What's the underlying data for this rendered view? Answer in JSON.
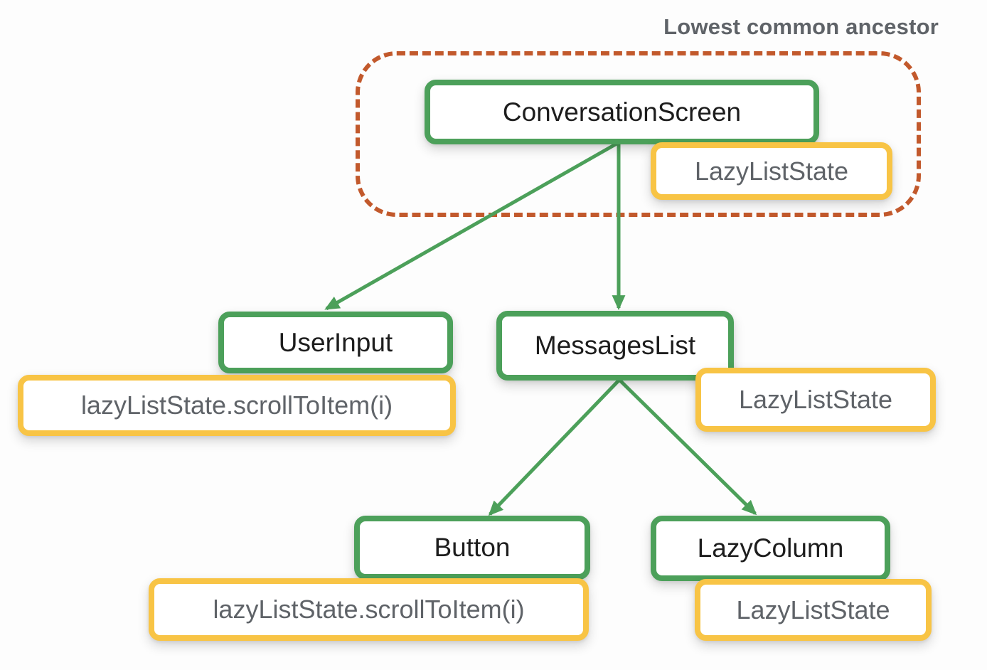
{
  "title": "Lowest common ancestor",
  "colors": {
    "node_border_green": "#4ca05a",
    "badge_border_yellow": "#f8c445",
    "ancestor_dashed_outline": "#c2592c",
    "arrow_green": "#4ca05a",
    "node_label_text": "#1d1d1d",
    "badge_text_gray": "#5f6368",
    "title_text_gray": "#5f6368",
    "box_fill": "#ffffff"
  },
  "nodes": [
    {
      "id": "conversation-screen",
      "label": "ConversationScreen"
    },
    {
      "id": "user-input",
      "label": "UserInput"
    },
    {
      "id": "messages-list",
      "label": "MessagesList"
    },
    {
      "id": "button",
      "label": "Button"
    },
    {
      "id": "lazy-column",
      "label": "LazyColumn"
    }
  ],
  "badges": [
    {
      "id": "conversation-screen-state",
      "attached_to": "conversation-screen",
      "label": "LazyListState"
    },
    {
      "id": "user-input-call",
      "attached_to": "user-input",
      "label": "lazyListState.scrollToItem(i)"
    },
    {
      "id": "messages-list-state",
      "attached_to": "messages-list",
      "label": "LazyListState"
    },
    {
      "id": "button-call",
      "attached_to": "button",
      "label": "lazyListState.scrollToItem(i)"
    },
    {
      "id": "lazy-column-state",
      "attached_to": "lazy-column",
      "label": "LazyListState"
    }
  ],
  "edges": [
    {
      "from": "conversation-screen",
      "to": "user-input"
    },
    {
      "from": "conversation-screen",
      "to": "messages-list"
    },
    {
      "from": "messages-list",
      "to": "button"
    },
    {
      "from": "messages-list",
      "to": "lazy-column"
    }
  ]
}
